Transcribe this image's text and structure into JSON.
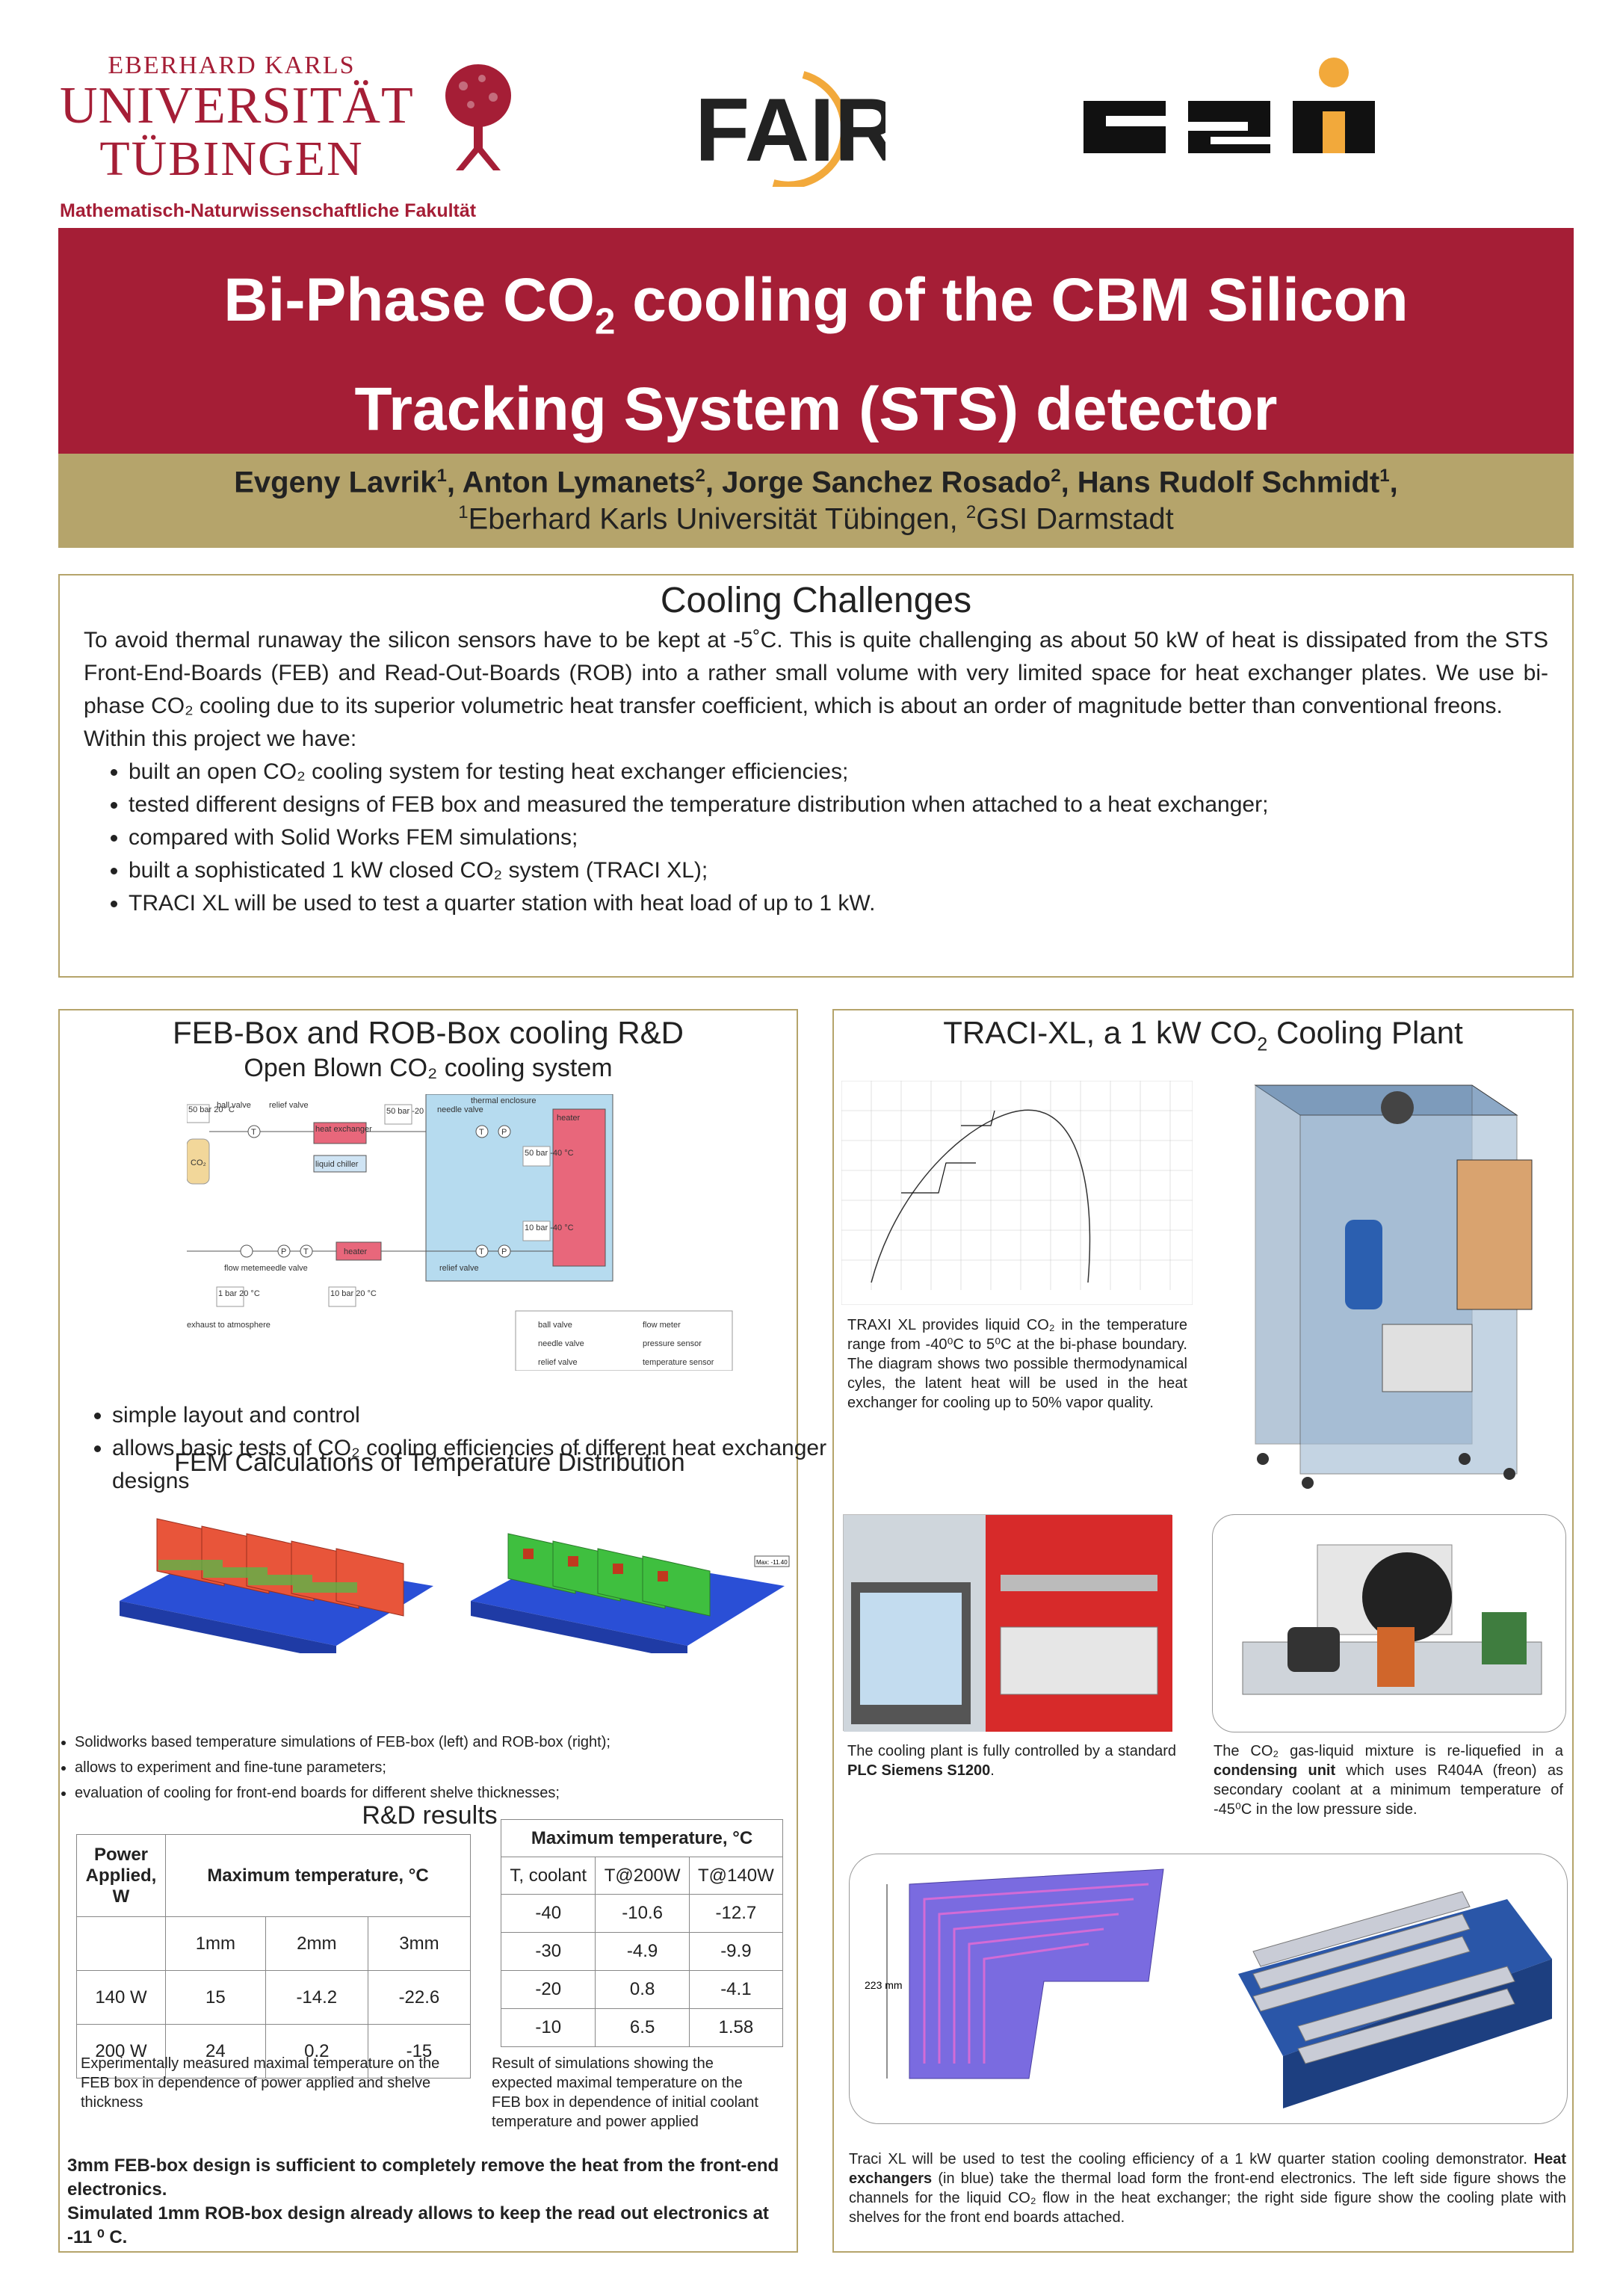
{
  "logos": {
    "uni_line1": "EBERHARD KARLS",
    "uni_line2": "UNIVERSITÄT",
    "uni_line3": "TÜBINGEN",
    "faculty": "Mathematisch-Naturwissenschaftliche Fakultät",
    "fair": "FAIR",
    "gsi": "GSI"
  },
  "title": {
    "line1_a": "Bi-Phase CO",
    "line1_sub": "2",
    "line1_b": " cooling of the CBM Silicon",
    "line2": "Tracking System (STS) detector"
  },
  "authors": {
    "a1": "Evgeny Lavrik",
    "a2": "Anton Lymanets",
    "a3": "Jorge Sanchez Rosado",
    "a4": "Hans Rudolf Schmidt",
    "aff1": "Eberhard Karls Universität Tübingen, ",
    "aff2": "GSI Darmstadt",
    "sup1": "1",
    "sup2": "2"
  },
  "challenges": {
    "heading": "Cooling Challenges",
    "para1": "To avoid thermal runaway the silicon sensors have to be kept at -5˚C. This is quite challenging as about 50 kW of heat is dissipated from the STS Front-End-Boards (FEB) and Read-Out-Boards (ROB) into a rather small volume with very limited space for heat exchanger plates. We use bi-phase CO₂ cooling due to its superior volumetric heat transfer coefficient, which is about an order of magnitude better than conventional freons.",
    "para2": "Within this project we have:",
    "bullets": [
      "built an open CO₂ cooling system for testing heat exchanger efficiencies;",
      "tested different designs of FEB box and measured the temperature distribution when attached to a heat exchanger;",
      "compared with Solid Works FEM simulations;",
      "built a sophisticated 1 kW closed CO₂ system (TRACI XL);",
      "TRACI XL will be used to test a quarter station with heat load of up to 1 kW."
    ]
  },
  "feb": {
    "heading": "FEB-Box and ROB-Box cooling R&D",
    "sub1": "Open Blown CO₂ cooling system",
    "diagram": {
      "t1": "50 bar 20° C",
      "ball": "ball valve",
      "relief": "relief valve",
      "co2": "CO₂",
      "hx": "heat exchanger",
      "chiller": "liquid chiller",
      "p50": "50 bar -20 °C",
      "encl": "thermal enclosure",
      "needle": "needle valve",
      "heater": "heater",
      "p50b": "50 bar -40 °C",
      "p10": "10 bar -40 °C",
      "flow": "flow meter",
      "needle2": "needle valve",
      "heater2": "heater",
      "p1": "1 bar 20 °C",
      "p10b": "10 bar 20 °C",
      "relief2": "relief valve",
      "exhaust": "exhaust to atmosphere",
      "leg_ball": "ball valve",
      "leg_needle": "needle valve",
      "leg_relief": "relief valve",
      "leg_flow": "flow meter",
      "leg_pressure": "pressure sensor",
      "leg_temp": "temperature sensor",
      "T": "T",
      "P": "P"
    },
    "bullets1": [
      "simple layout and control",
      "allows basic tests of CO₂ cooling efficiencies of different heat exchanger designs"
    ],
    "sub2": "FEM Calculations of Temperature Distribution",
    "fem_label": "Max: -11.40",
    "bullets2": [
      "Solidworks based temperature simulations of FEB-box (left) and ROB-box (right);",
      "allows to experiment and fine-tune parameters;",
      "evaluation of cooling for front-end boards for different shelve thicknesses;"
    ],
    "sub3": "R&D results",
    "table1": {
      "h1": "Power Applied, W",
      "h2": "Maximum temperature, °C",
      "cols": [
        "1mm",
        "2mm",
        "3mm"
      ],
      "rows": [
        [
          "140 W",
          "15",
          "-14.2",
          "-22.6"
        ],
        [
          "200 W",
          "24",
          "0.2",
          "-15"
        ]
      ]
    },
    "table2": {
      "h": "Maximum temperature, °C",
      "cols": [
        "T, coolant",
        "T@200W",
        "T@140W"
      ],
      "rows": [
        [
          "-40",
          "-10.6",
          "-12.7"
        ],
        [
          "-30",
          "-4.9",
          "-9.9"
        ],
        [
          "-20",
          "0.8",
          "-4.1"
        ],
        [
          "-10",
          "6.5",
          "1.58"
        ]
      ]
    },
    "cap1": "Experimentally measured maximal temperature on the FEB box in dependence of power applied and shelve thickness",
    "cap2": "Result of simulations showing the expected maximal temperature on the FEB box in dependence of initial coolant temperature and power applied",
    "concl1": "3mm FEB-box design is sufficient to completely remove the heat from the front-end electronics.",
    "concl2": "Simulated 1mm ROB-box design already allows to keep the read out electronics at -11 ⁰ C."
  },
  "traci": {
    "heading_a": "TRACI-XL, a 1 kW CO",
    "heading_sub": "2",
    "heading_b": " Cooling Plant",
    "cap_diagram": "TRAXI XL provides liquid CO₂ in the temperature range from -40⁰C to 5⁰C at the bi-phase boundary. The diagram shows two possible thermodynamical cyles, the latent heat will be used in the heat exchanger for cooling up to 50% vapor quality.",
    "cap_plc_a": "The cooling plant is fully controlled by a standard ",
    "cap_plc_b": "PLC Siemens S1200",
    "cap_plc_c": ".",
    "cap_cond_a": "The CO₂ gas-liquid mixture is re-liquefied in a ",
    "cap_cond_b": "condensing unit",
    "cap_cond_c": " which uses R404A (freon) as secondary coolant at a minimum temperature of -45⁰C in the low pressure side.",
    "dim": "223 mm",
    "cap_hx_a": "Traci XL will be used to test the cooling efficiency of a 1 kW quarter station cooling demonstrator. ",
    "cap_hx_b": "Heat exchangers",
    "cap_hx_c": " (in blue) take the thermal load form the front-end electronics. The left side figure shows the channels for the liquid CO₂ flow in the heat exchanger;  the right side figure show the cooling plate with shelves for the front end boards attached."
  }
}
